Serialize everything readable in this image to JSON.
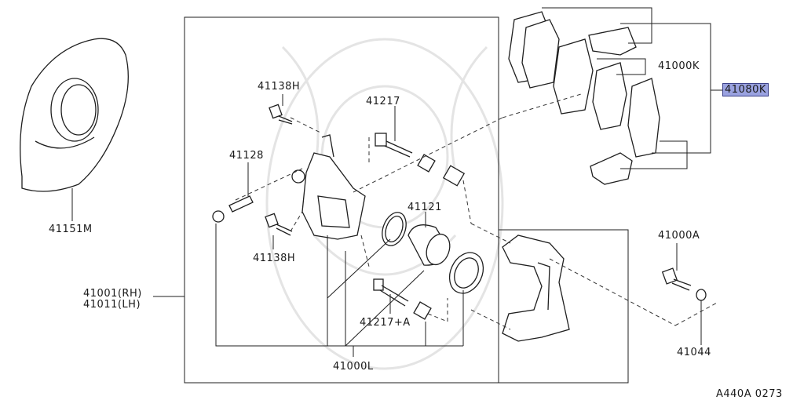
{
  "labels": {
    "l41151M": "41151M",
    "l41138H_top": "41138H",
    "l41217": "41217",
    "l41128": "41128",
    "l41121": "41121",
    "l41138H_bot": "41138H",
    "l41217A": "41217+A",
    "l41000L": "41000L",
    "l41001": "41001(RH)",
    "l41011": "41011(LH)",
    "l41000K": "41000K",
    "l41080K": "41080K",
    "l41000A": "41000A",
    "l41044": "41044",
    "code": "A440A 0273"
  },
  "colors": {
    "highlight": "#9aa2e0",
    "line": "#1f1f1f"
  }
}
